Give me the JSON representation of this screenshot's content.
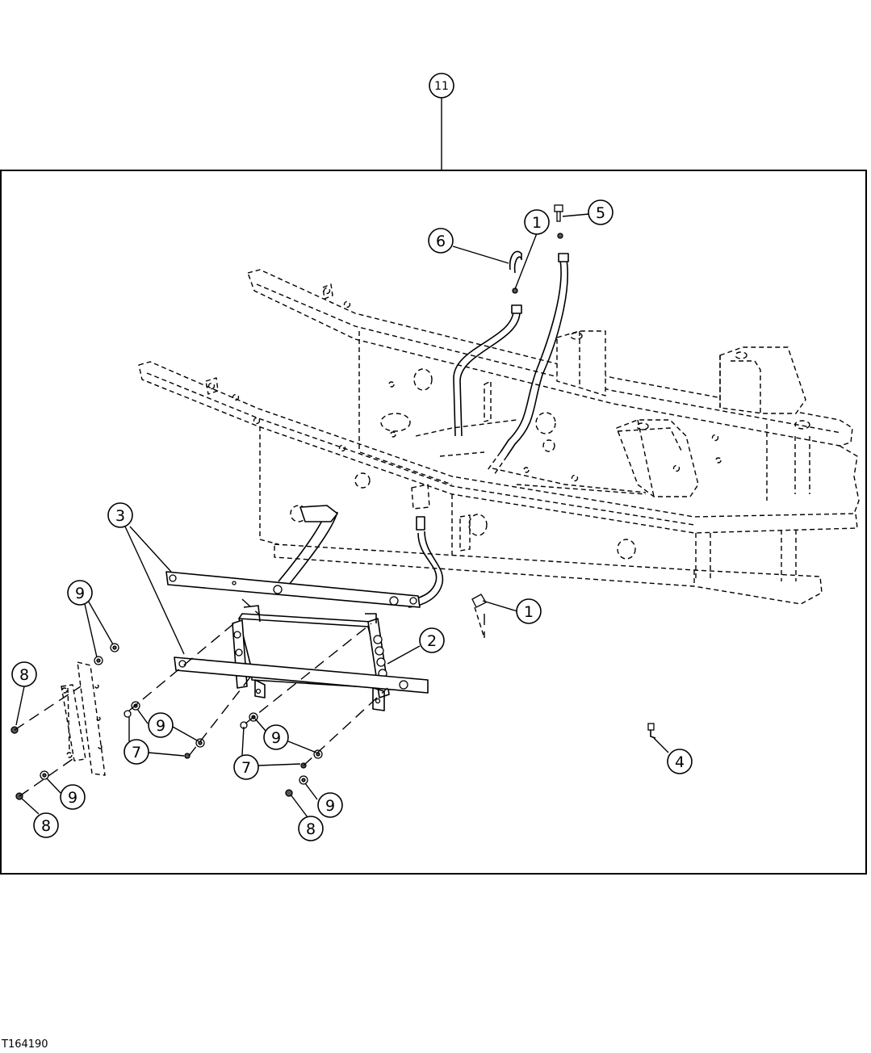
{
  "figure_id": "T164190",
  "callouts": {
    "c1a": "1",
    "c1b": "1",
    "c2": "2",
    "c3": "3",
    "c4": "4",
    "c5": "5",
    "c6": "6",
    "c7a": "7",
    "c7b": "7",
    "c8a": "8",
    "c8b": "8",
    "c8c": "8",
    "c9a": "9",
    "c9b": "9",
    "c9c": "9",
    "c9d": "9",
    "c9e": "9",
    "c11": "11"
  },
  "colors": {
    "line": "#000000",
    "background": "#ffffff"
  }
}
